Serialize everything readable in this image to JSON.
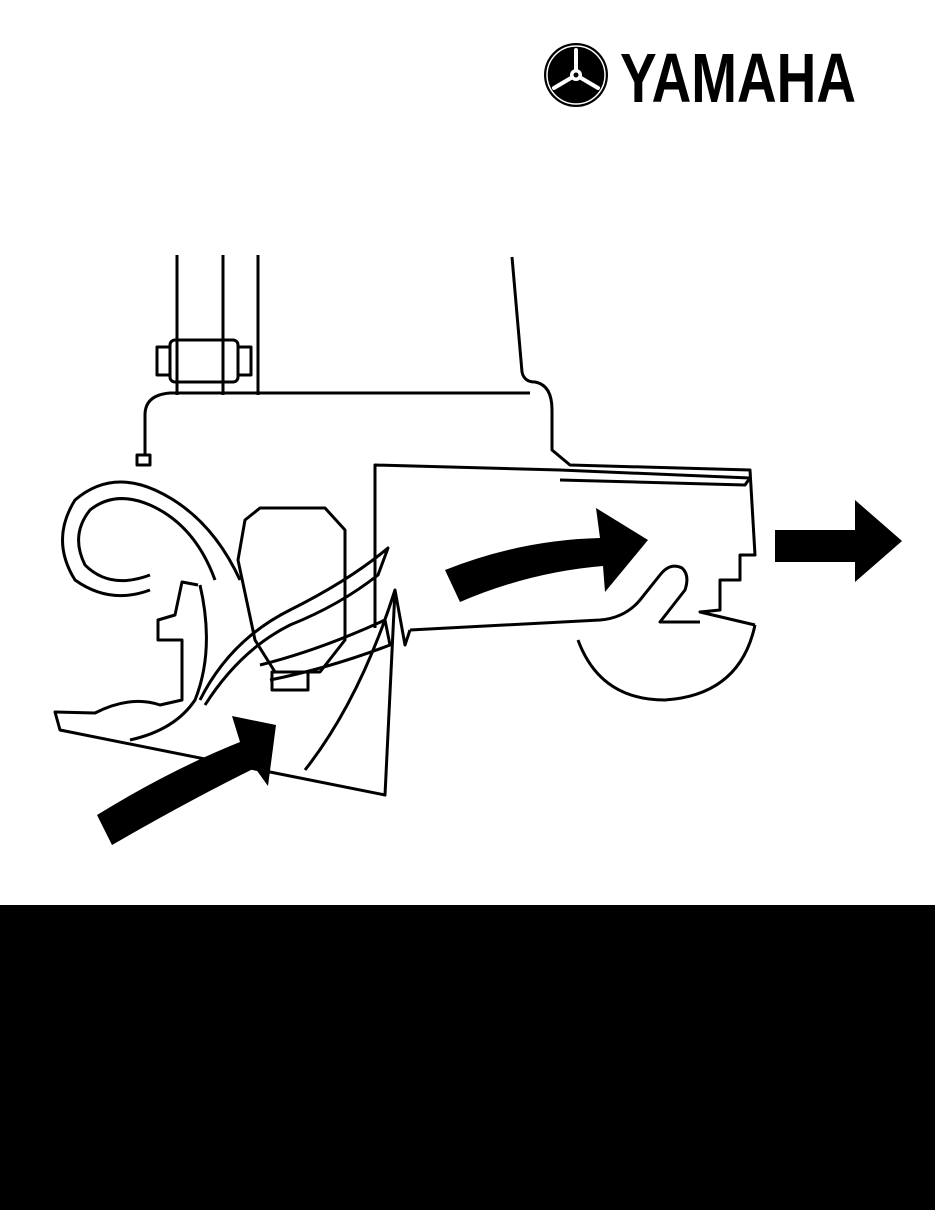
{
  "brand": {
    "name": "YAMAHA",
    "logo_icon": "tuning-fork-emblem-icon"
  },
  "illustration": {
    "subject": "jet-pump-water-flow",
    "arrows": [
      "intake-flow-arrow",
      "impeller-flow-arrow",
      "outlet-flow-arrow"
    ]
  },
  "colors": {
    "ink": "#000000",
    "paper": "#ffffff",
    "band": "#000000"
  }
}
